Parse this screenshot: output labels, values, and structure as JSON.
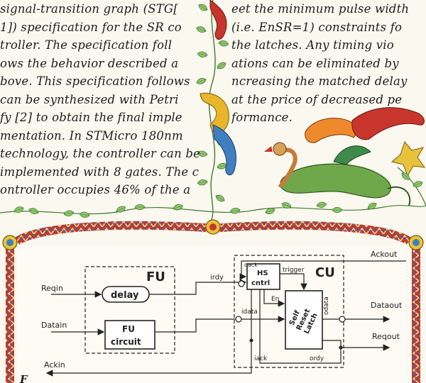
{
  "text_left": [
    "signal-transition graph (STG[",
    "1]) specification for the SR co",
    "troller. The specification foll",
    "ows the behavior described a",
    "bove. This specification follows",
    "can be synthesized with Petri",
    "fy [2] to obtain the final imple",
    "mentation. In STMicro 180nm",
    "technology, the controller can be",
    "implemented with 8 gates. The c",
    "ontroller occupies 46% of the a"
  ],
  "text_right": [
    "eet the minimum pulse width",
    "(i.e. EnSR=1) constraints fo",
    "the latches. Any timing vio",
    "ations can be eliminated by",
    "ncreasing the matched delay",
    "at the price of decreased pe",
    "formance."
  ],
  "diagram": {
    "fu_label": "FU",
    "cu_label": "CU",
    "req_in": "Reqin",
    "data_in": "Datain",
    "ack_in": "Ackin",
    "ack_out": "Ackout",
    "data_out": "Dataout",
    "req_out": "Reqout",
    "delay": "delay",
    "fu_circuit_line1": "FU",
    "fu_circuit_line2": "circuit",
    "hs_line1": "HS",
    "hs_line2": "cntrl",
    "latch_line1": "Self",
    "latch_line2": "Reset",
    "latch_line3": "Latch",
    "irdy": "irdy",
    "idata": "idata",
    "trigger": "trigger",
    "en": "En",
    "odata": "odata",
    "iack": "iack",
    "ordy": "ordy",
    "oack": "oack"
  },
  "caption": "F"
}
